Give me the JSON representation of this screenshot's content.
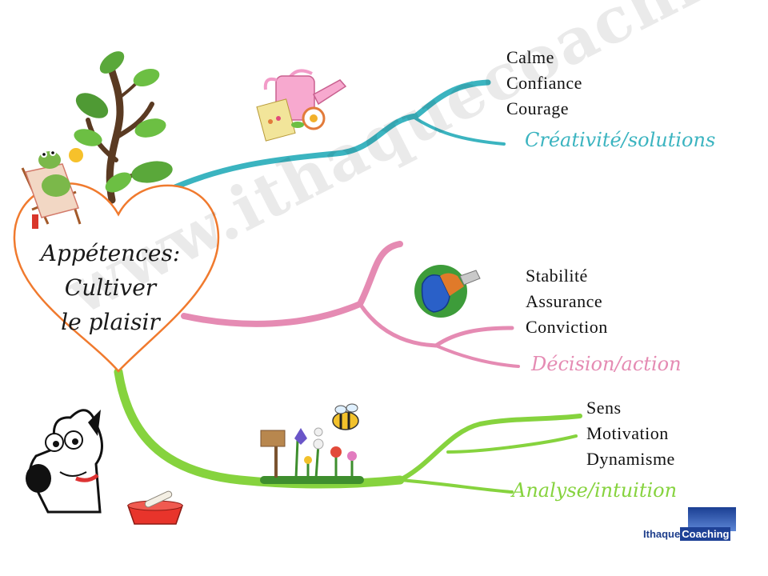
{
  "center": {
    "lines": [
      "Appétences:",
      "Cultiver",
      "le plaisir"
    ]
  },
  "branches": [
    {
      "label": "Créativité/solutions",
      "color": "#3bb4c0",
      "items": [
        "Calme",
        "Confiance",
        "Courage"
      ]
    },
    {
      "label": "Décision/action",
      "color": "#e58bb3",
      "items": [
        "Stabilité",
        "Assurance",
        "Conviction"
      ]
    },
    {
      "label": "Analyse/intuition",
      "color": "#86d33e",
      "items": [
        "Sens",
        "Motivation",
        "Dynamisme"
      ]
    }
  ],
  "watermark": "www.ithaquecoaching.com",
  "logo": {
    "part1": "Ithaque",
    "part2": "Coaching"
  },
  "colors": {
    "heart_outline": "#f07a2e",
    "tree_trunk": "#5a3a22",
    "leaf": "#5aa83a"
  },
  "icons": [
    "tree-icon",
    "frog-on-deckchair-icon",
    "watering-can-icon",
    "seed-packet-icon",
    "gardening-gloves-icon",
    "flower-garden-icon",
    "bee-icon",
    "dog-icon",
    "dog-bowl-icon"
  ]
}
